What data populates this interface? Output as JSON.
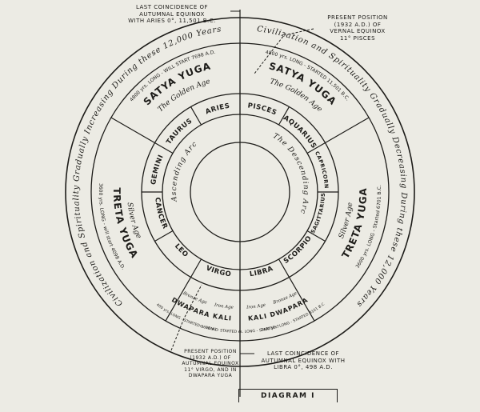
{
  "diagram": {
    "caption": "DIAGRAM I",
    "colors": {
      "paper": "#ecebe4",
      "ink": "#1c1b18"
    },
    "outer_band": {
      "left": "Civilization and Spirituality Gradually Increasing During these 12,000 Years",
      "right": "Civilization and Spirituality Gradually Decreasing During these 12,000 Years"
    },
    "annotations": {
      "top_left": [
        "LAST COINCIDENCE OF",
        "AUTUMNAL EQUINOX",
        "WITH ARIES 0°, 11,501 B.C."
      ],
      "top_right": [
        "PRESENT POSITION",
        "(1932 A.D.) OF",
        "VERNAL EQUINOX",
        "11° PISCES"
      ],
      "bottom_left": [
        "PRESENT POSITION",
        "(1932 A.D.) OF",
        "AUTUMNAL EQUINOX",
        "11° VIRGO, AND IN",
        "DWAPARA YUGA"
      ],
      "bottom_right": [
        "LAST COINCIDENCE OF",
        "AUTUMNAL EQUINOX WITH",
        "LIBRA 0°, 498 A.D."
      ]
    },
    "zodiac": {
      "aries": "ARIES",
      "taurus": "TAURUS",
      "gemini": "GEMINI",
      "cancer": "CANCER",
      "leo": "LEO",
      "virgo": "VIRGO",
      "libra": "LIBRA",
      "scorpio": "SCORPIO",
      "sagittarius": "SAGITTARIUS",
      "capricorn": "CAPRICORN",
      "aquarius": "AQUARIUS",
      "pisces": "PISCES"
    },
    "inner_ring": {
      "ascending": "Ascending Arc",
      "descending": "The Descending Arc"
    },
    "yugas": {
      "satya_left": {
        "span": "4800 yrs. LONG - WILL START 7698 A.D.",
        "name": "SATYA YUGA",
        "age": "The Golden Age"
      },
      "satya_right": {
        "span": "4800 yrs. LONG - STARTED 11,501 B.C.",
        "name": "SATYA YUGA",
        "age": "The Golden Age"
      },
      "treta_left": {
        "span": "3600 yrs. LONG - will start 4098 A.D.",
        "name": "TRETA YUGA",
        "age": "Silver Age"
      },
      "treta_right": {
        "span": "3600 yrs. LONG - Started 6701 B.C.",
        "name": "TRETA YUGA",
        "age": "Silver Age"
      },
      "dwapara_left": {
        "span": "2400 yrs. LONG - STARTED 1698 A.D.",
        "name": "DWAPARA",
        "age": "Bronze Age"
      },
      "dwapara_right": {
        "span": "2400 yrs. LONG - STARTED 3101 B.C.",
        "name": "DWAPARA",
        "age": "Bronze Age"
      },
      "kali_left": {
        "span": "1200 yrs. LONG - STARTED 498 A.D.",
        "name": "KALI",
        "age": "Iron Age"
      },
      "kali_right": {
        "span": "1200 yrs. LONG - STARTED 701 B.C.",
        "name": "KALI",
        "age": "Iron Age"
      }
    }
  }
}
